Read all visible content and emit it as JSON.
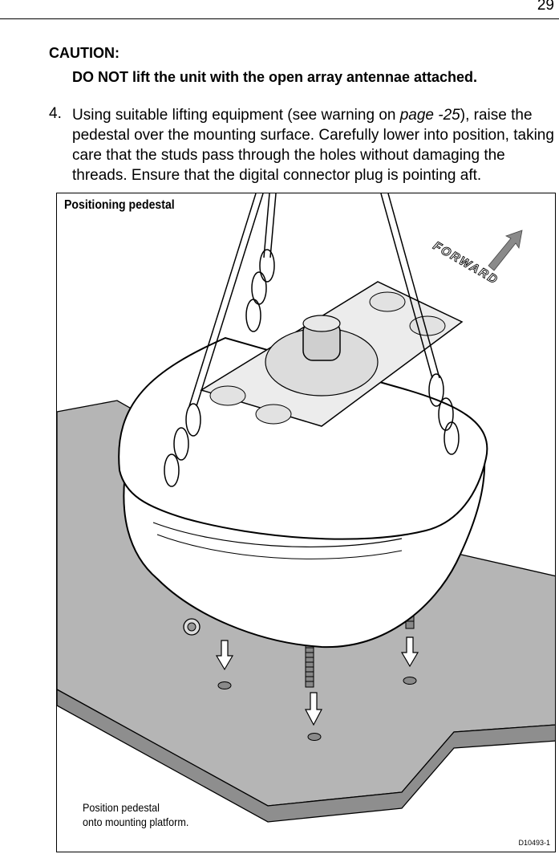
{
  "page": {
    "number": "29"
  },
  "caution": {
    "heading": "CAUTION:",
    "text": "DO NOT lift the unit with the open array antennae attached."
  },
  "step": {
    "number": "4.",
    "text_before": "Using suitable lifting equipment (see warning on ",
    "reference": "page -25",
    "text_after": "), raise the pedestal over the mounting surface. Carefully lower into position, taking care that the studs pass through the holes without damaging the threads. Ensure that the digital connector plug is pointing aft."
  },
  "figure": {
    "title": "Positioning pedestal",
    "forward_label": "FORWARD",
    "caption_lines": [
      "Position pedestal",
      "onto mounting platform."
    ],
    "drawing_code": "D10493-1"
  }
}
